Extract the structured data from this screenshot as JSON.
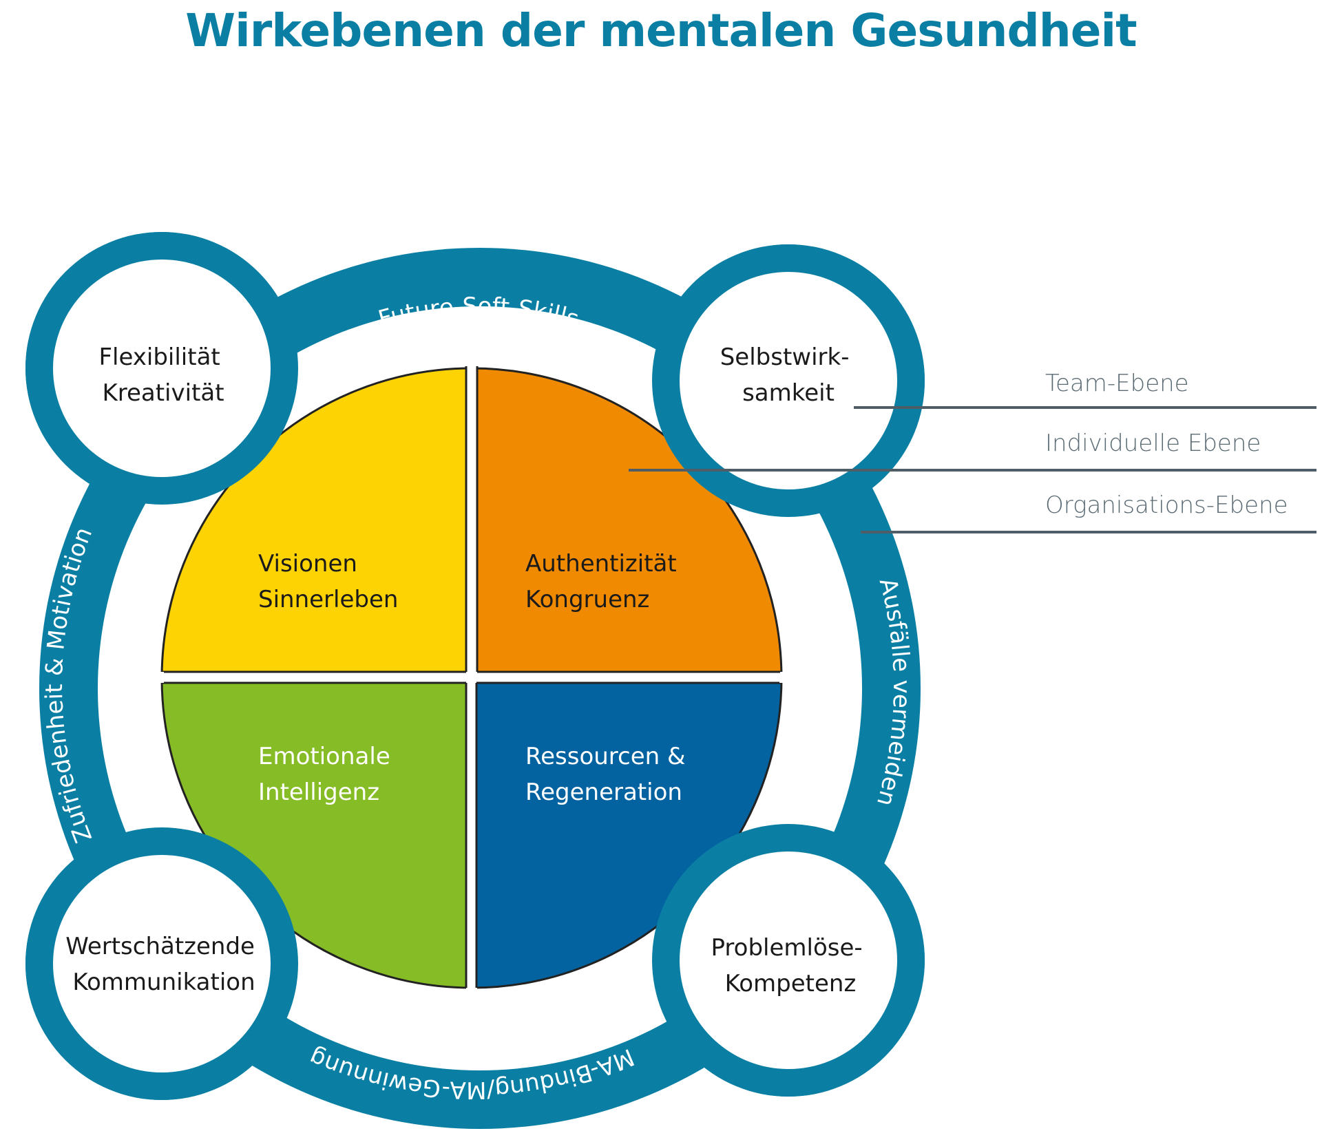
{
  "title": "Wirkebenen der mentalen Gesundheit",
  "colors": {
    "title": "#0a7fa3",
    "ring": "#0a7fa3",
    "yellow": "#fdd303",
    "orange": "#f08a00",
    "green": "#86bc25",
    "blue": "#0363a1",
    "legend_line": "#4f5d66",
    "legend_text": "#5a6a73"
  },
  "ring_labels": {
    "top": "Future-Soft-Skills",
    "left": "Zufriedenheit & Motivation",
    "right": "Ausfälle vermeiden",
    "bottom": "MA-Bindung/MA-Gewinnung"
  },
  "circles": [
    {
      "id": "top-left",
      "lines": [
        "Flexibilität",
        "Kreativität"
      ]
    },
    {
      "id": "top-right",
      "lines": [
        "Selbstwirk-",
        "samkeit"
      ]
    },
    {
      "id": "bottom-left",
      "lines": [
        "Wertschätzende",
        "Kommunikation"
      ]
    },
    {
      "id": "bottom-right",
      "lines": [
        "Problemlöse-",
        "Kompetenz"
      ]
    }
  ],
  "quadrants": [
    {
      "id": "top-left",
      "color": "yellow",
      "lines": [
        "Visionen",
        "Sinnerleben"
      ]
    },
    {
      "id": "top-right",
      "color": "orange",
      "lines": [
        "Authentizität",
        "Kongruenz"
      ]
    },
    {
      "id": "bottom-left",
      "color": "green",
      "lines": [
        "Emotionale",
        "Intelligenz"
      ]
    },
    {
      "id": "bottom-right",
      "color": "blue",
      "lines": [
        "Ressourcen &",
        "Regeneration"
      ]
    }
  ],
  "legend": [
    {
      "label": "Team-Ebene"
    },
    {
      "label": "Individuelle Ebene"
    },
    {
      "label": "Organisations-Ebene"
    }
  ]
}
